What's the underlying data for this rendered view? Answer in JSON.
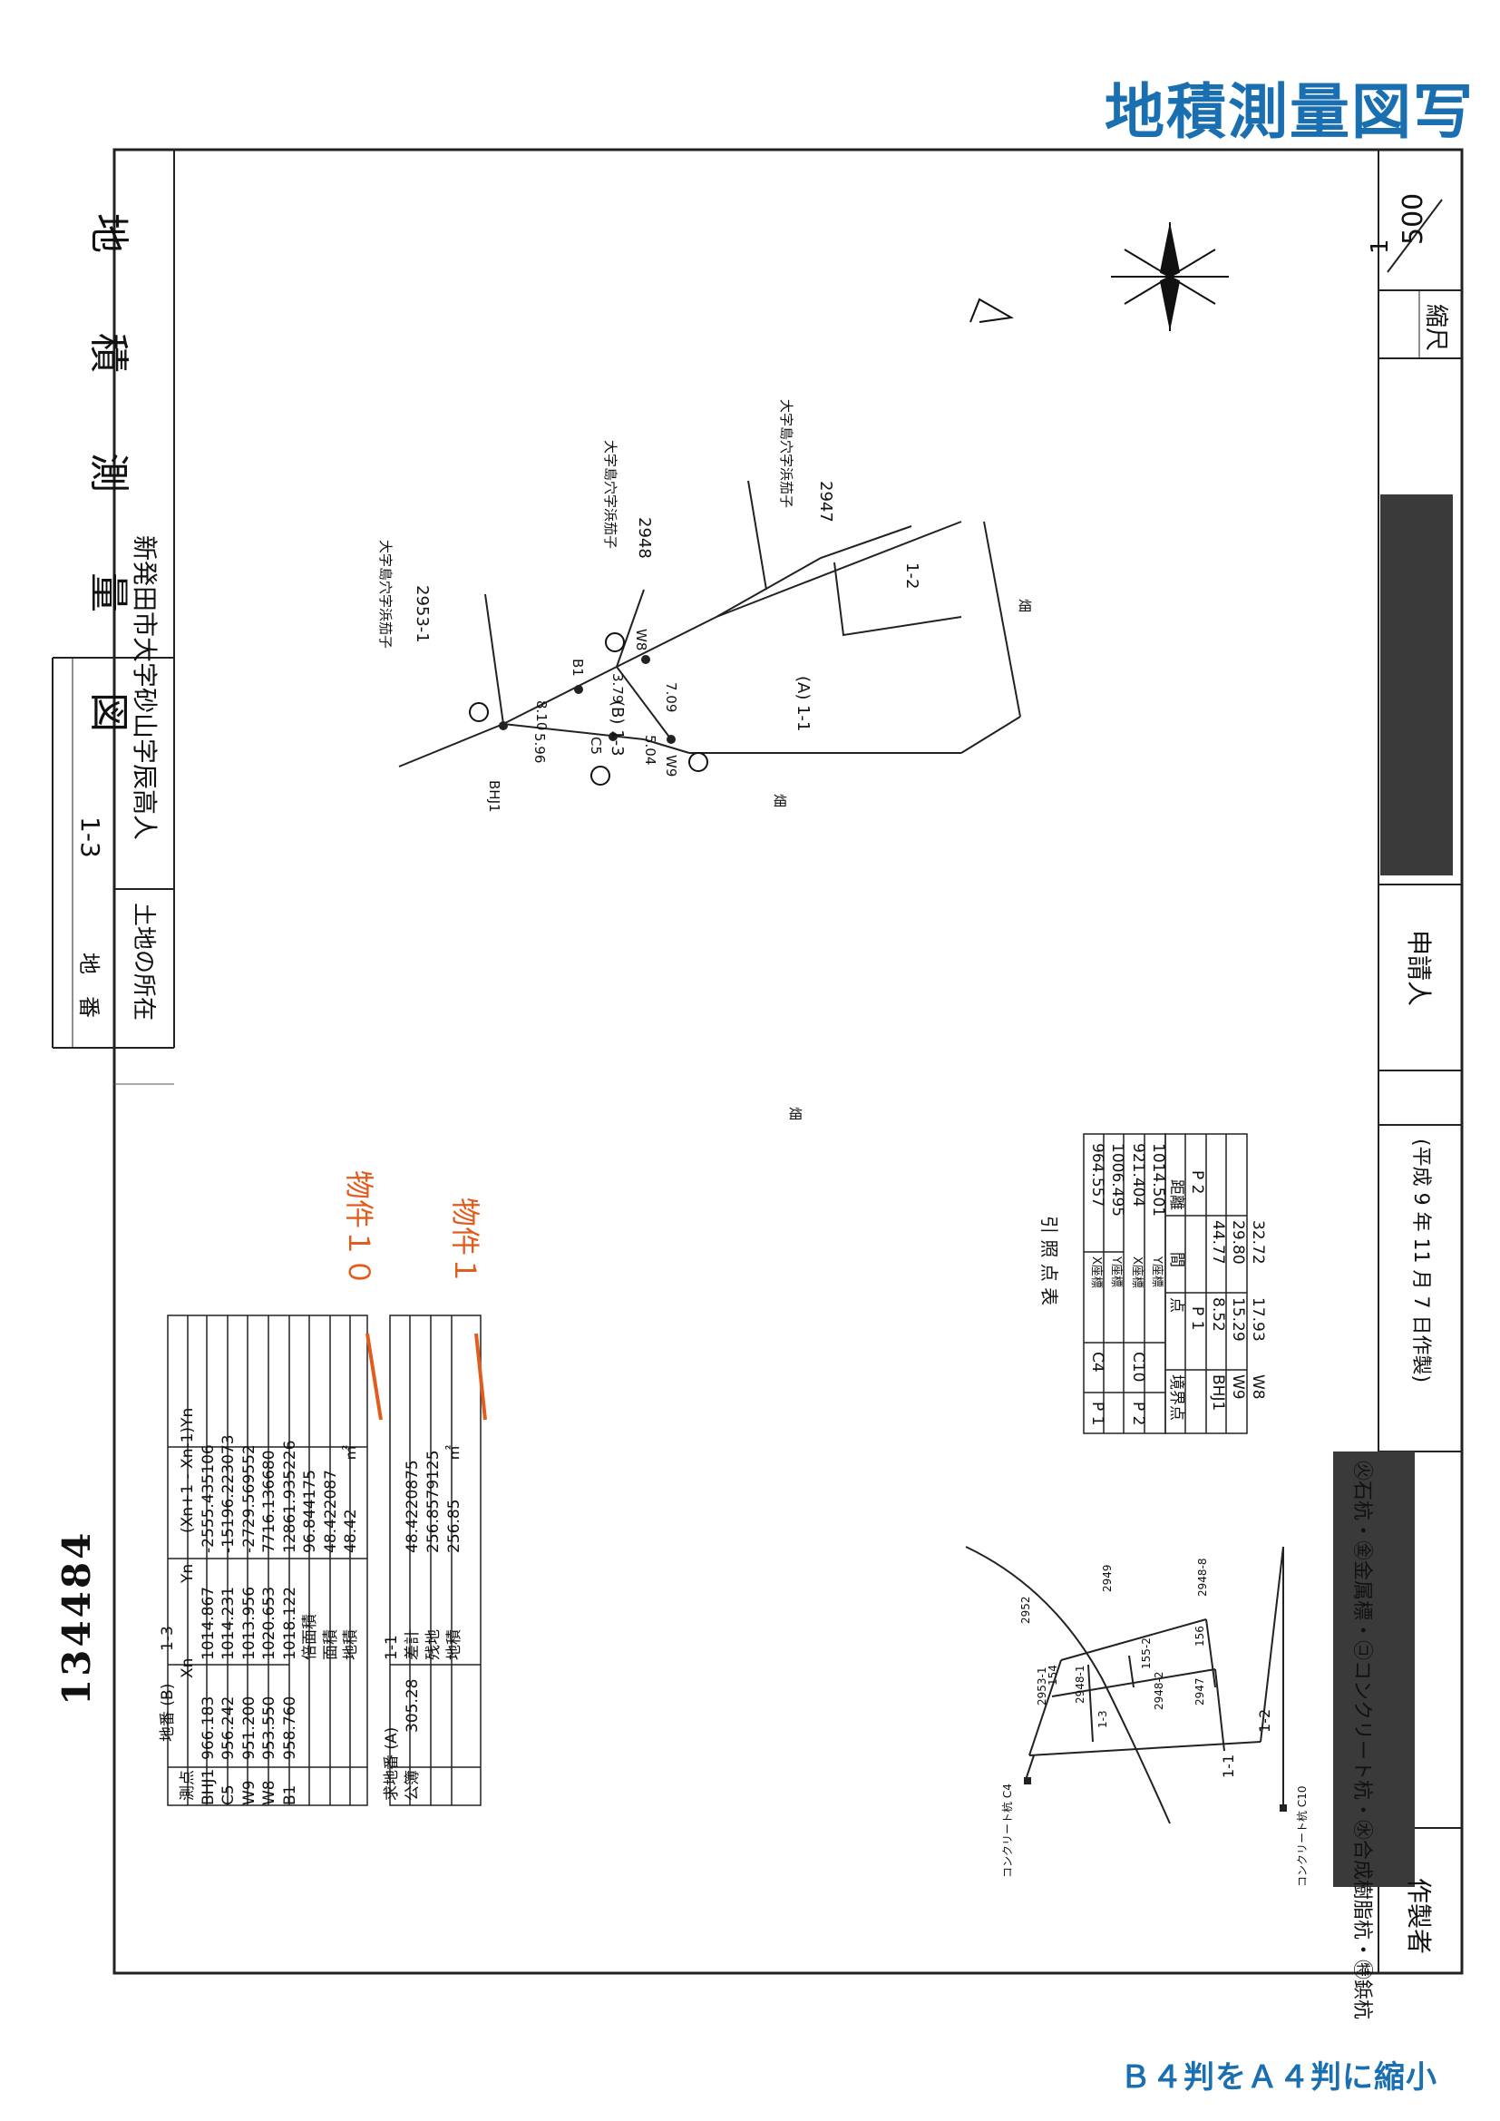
{
  "stamp_title": "地積測量図写",
  "doc_number": "134484",
  "header": {
    "title": "地　　積　　測　　量　　図",
    "chiban_label": "地　番",
    "chiban_value": "1-3",
    "location_label": "土地の所在",
    "location_value": "新発田市大字砂山字辰高人"
  },
  "scale": {
    "label": "縮尺",
    "numerator": "1",
    "denominator": "500"
  },
  "applicant_label": "申請人",
  "creator_label": "作製者",
  "date_text": "(平成 9 年 11 月 7 日作製)",
  "legend_text": "㊋石杭・㊎金属標・㋙コンクリート杭・㊌合成樹脂杭・㊕鋲杭",
  "property_annotations": [
    "物件１０",
    "物件１"
  ],
  "reduction_note": "Ｂ４判をＡ４判に縮小",
  "table_b": {
    "lot_label": "地番 (B)",
    "lot_value": "1-3",
    "headers": [
      "測点",
      "Xn",
      "Yn",
      "(Xn+1 - Xn-1)Yn"
    ],
    "rows": [
      [
        "BHJ1",
        "966.183",
        "1014.867",
        "-2555.435106"
      ],
      [
        "C5",
        "956.242",
        "1014.231",
        "-15196.223073"
      ],
      [
        "W9",
        "951.200",
        "1013.956",
        "-2729.569552"
      ],
      [
        "W8",
        "953.550",
        "1020.653",
        "7716.136680"
      ],
      [
        "B1",
        "958.760",
        "1018.122",
        "12861.935226"
      ]
    ],
    "footer": [
      {
        "label": "倍面積",
        "value": "96.844175"
      },
      {
        "label": "面積",
        "value": "48.422087"
      },
      {
        "label": "地積",
        "value": "48.42",
        "unit": "㎡"
      }
    ]
  },
  "table_a": {
    "lot_label": "求地番 (A)",
    "lot_value": "1-1",
    "row_label": "公簿",
    "row_value": "305.28",
    "footer": [
      {
        "label": "差計",
        "value": "48.4220875"
      },
      {
        "label": "残地",
        "value": "256.8579125"
      },
      {
        "label": "地積",
        "value": "256.85",
        "unit": "㎡"
      }
    ]
  },
  "reference_table": {
    "title": "引 照 点 表",
    "points": [
      {
        "name": "P 1",
        "code": "C4",
        "x_label": "X座標",
        "x": "964.557",
        "y_label": "Y座標",
        "y": "1006.495"
      },
      {
        "name": "P 2",
        "code": "C10",
        "x_label": "X座標",
        "x": "921.404",
        "y_label": "Y座標",
        "y": "1014.501"
      }
    ],
    "dist_headers": [
      "境界点",
      "点",
      "間",
      "距離"
    ],
    "dist_sub": [
      "P 1",
      "P 2"
    ],
    "dist_rows": [
      [
        "BHJ1",
        "8.52",
        "44.77"
      ],
      [
        "W9",
        "15.29",
        "29.80"
      ],
      [
        "W8",
        "17.93",
        "32.72"
      ]
    ]
  },
  "main_map": {
    "parcels": [
      {
        "label": "大字島穴字浜茄子",
        "number": "2953-1"
      },
      {
        "label": "大字島穴字浜茄子",
        "number": "2948"
      },
      {
        "label": "大字島穴字浜茄子",
        "number": "2947"
      }
    ],
    "lot_b": "(B) 1-3",
    "lot_a": "(A) 1-1",
    "lot_12": "1-2",
    "points": [
      "BHJ1",
      "B1",
      "W8",
      "W9",
      "C5"
    ],
    "distances": [
      "8.10",
      "3.79",
      "7.09",
      "5.04",
      "5.96"
    ],
    "marks": [
      "畑",
      "畑",
      "畑"
    ]
  },
  "sketch_map": {
    "labels": [
      "2952",
      "2949",
      "2948-8",
      "2953-1",
      "154",
      "2948-1",
      "155-2",
      "2948-2",
      "2947",
      "156",
      "1-3",
      "1-1",
      "1-2"
    ],
    "points": [
      "コンクリート杭 C4",
      "コンクリート杭 C10"
    ]
  }
}
